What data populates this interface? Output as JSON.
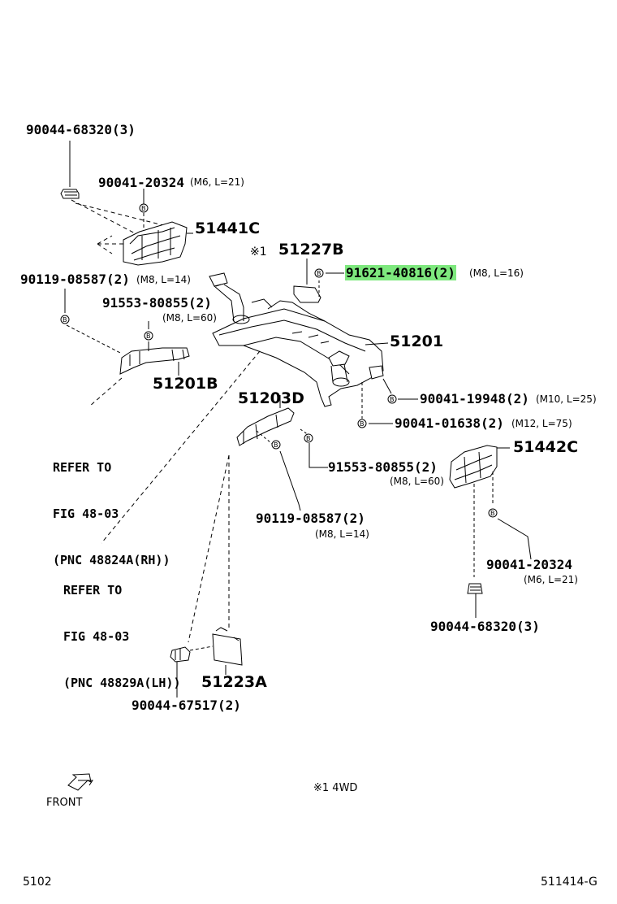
{
  "labels": {
    "p90044_68320_top": "90044-68320(3)",
    "p90041_20324_top": "90041-20324",
    "p90041_20324_top_spec": "(M6, L=21)",
    "p51441C": "51441C",
    "mark1": "※1",
    "p51227B": "51227B",
    "p91621_40816": "91621-40816(2)",
    "p91621_40816_spec": "(M8, L=16)",
    "p90119_08587_left": "90119-08587(2)",
    "p90119_08587_left_spec": "(M8, L=14)",
    "p91553_80855_upper": "91553-80855(2)",
    "p91553_80855_upper_spec": "(M8, L=60)",
    "p51201": "51201",
    "p51201B": "51201B",
    "p51203D": "51203D",
    "p90041_19948": "90041-19948(2)",
    "p90041_19948_spec": "(M10, L=25)",
    "p90041_01638": "90041-01638(2)",
    "p90041_01638_spec": "(M12, L=75)",
    "p51442C": "51442C",
    "p91553_80855_lower": "91553-80855(2)",
    "p91553_80855_lower_spec": "(M8, L=60)",
    "p90119_08587_lower": "90119-08587(2)",
    "p90119_08587_lower_spec": "(M8, L=14)",
    "p90041_20324_right": "90041-20324",
    "p90041_20324_right_spec": "(M6, L=21)",
    "p90044_68320_right": "90044-68320(3)",
    "p51223A": "51223A",
    "p90044_67517": "90044-67517(2)",
    "refer_rh": [
      "REFER TO",
      "FIG 48-03",
      "(PNC 48824A(RH))"
    ],
    "refer_lh": [
      "REFER TO",
      "FIG 48-03",
      "(PNC 48829A(LH))"
    ],
    "note_4wd": "※1 4WD",
    "front": "FRONT",
    "page_code": "5102",
    "fig_code": "511414-G",
    "bolt_marker": "B"
  },
  "highlight_color": "#7ee87e"
}
